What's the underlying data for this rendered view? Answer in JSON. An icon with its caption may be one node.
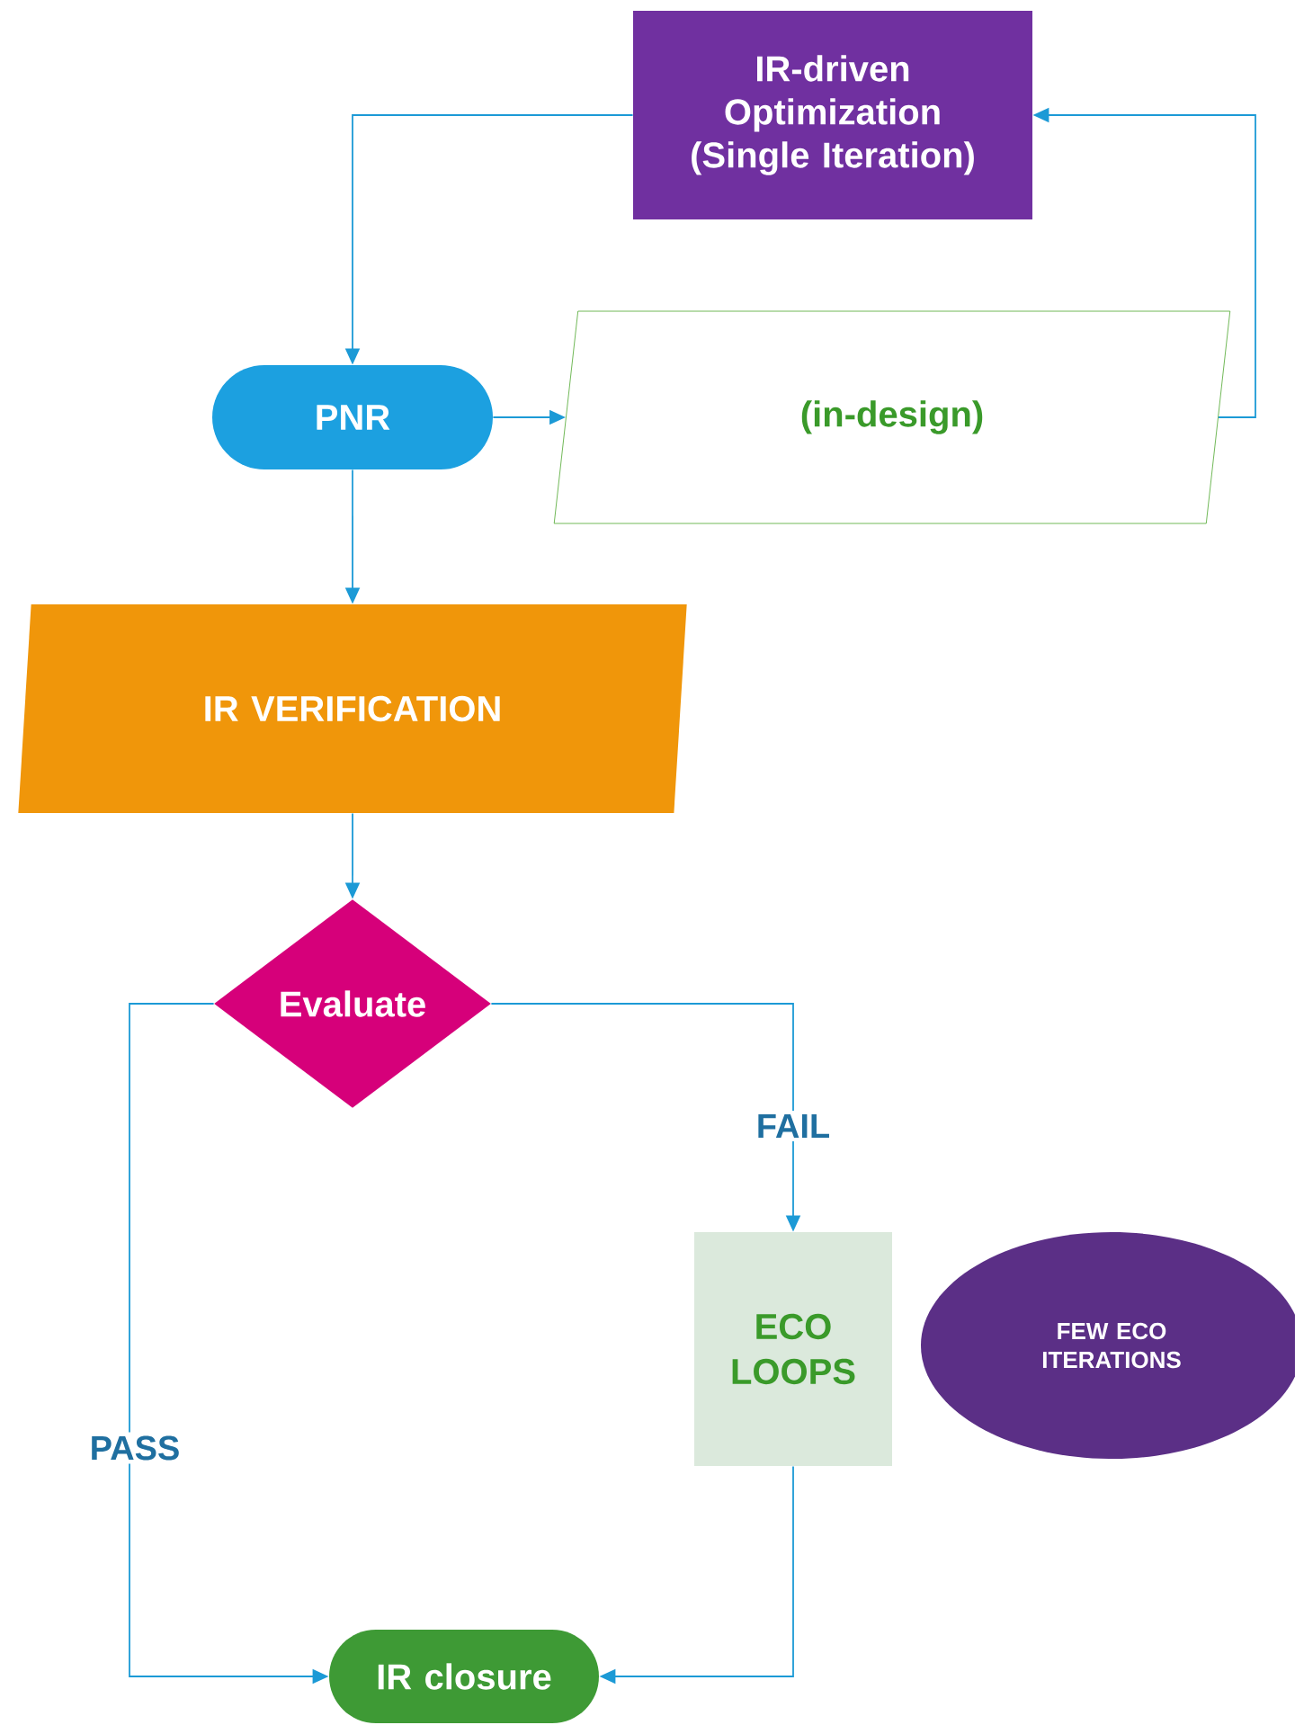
{
  "diagram": {
    "nodes": [
      {
        "text": [
          "IR-driven Optimization (Single Iteration)"
        ]
      },
      {
        "text": [
          "PNR"
        ]
      },
      {
        "text": [
          "(in-design)"
        ]
      },
      {
        "text": [
          "IR VERIFICATION"
        ]
      },
      {
        "text": [
          "Evaluate"
        ]
      },
      {
        "text": [
          "ECO LOOPS"
        ]
      },
      {
        "text": [
          "FEW ECO ITERATIONS"
        ]
      },
      {
        "text": [
          "IR closure"
        ]
      }
    ],
    "edges": [
      {
        "from": 0,
        "to": 1,
        "arrow": "to"
      },
      {
        "from": 1,
        "to": 2,
        "arrow": "to"
      },
      {
        "from": 2,
        "to": 0,
        "arrow": "to"
      },
      {
        "from": 1,
        "to": 3,
        "arrow": "to"
      },
      {
        "from": 3,
        "to": 4,
        "arrow": "to"
      },
      {
        "from": 4,
        "to": 5,
        "arrow": "to",
        "label": "FAIL"
      },
      {
        "from": 4,
        "to": 7,
        "arrow": "to",
        "label": "PASS"
      },
      {
        "from": 5,
        "to": 7,
        "arrow": "to"
      }
    ]
  }
}
